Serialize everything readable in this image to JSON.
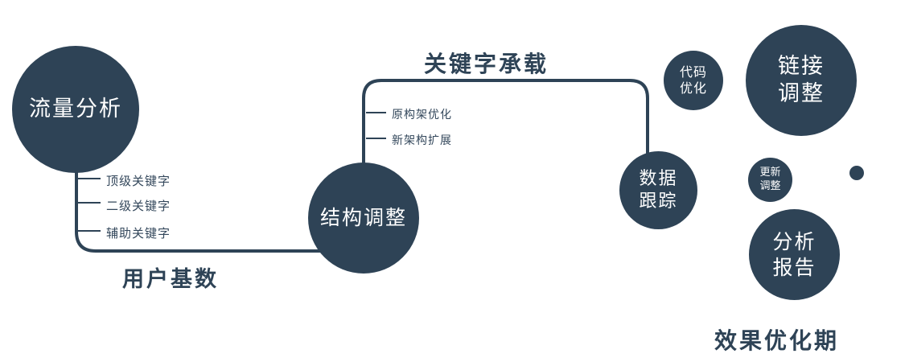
{
  "colors": {
    "primary": "#2e4356",
    "background": "#ffffff",
    "circle_text": "#ffffff"
  },
  "main_flow": {
    "node_traffic": {
      "label": "流量分析"
    },
    "node_structure": {
      "label": "结构调整"
    },
    "node_tracking": {
      "line1": "数据",
      "line2": "跟踪"
    },
    "edge_user_base": "用户基数",
    "edge_keyword": "关键字承载",
    "traffic_branches": [
      "顶级关键字",
      "二级关键字",
      "辅助关键字"
    ],
    "structure_branches": [
      "原构架优化",
      "新架构扩展"
    ]
  },
  "side_nodes": {
    "code": {
      "line1": "代码",
      "line2": "优化"
    },
    "link": {
      "line1": "链接",
      "line2": "调整"
    },
    "update": {
      "line1": "更新",
      "line2": "调整"
    },
    "report": {
      "line1": "分析",
      "line2": "报告"
    }
  },
  "caption": "效果优化期"
}
